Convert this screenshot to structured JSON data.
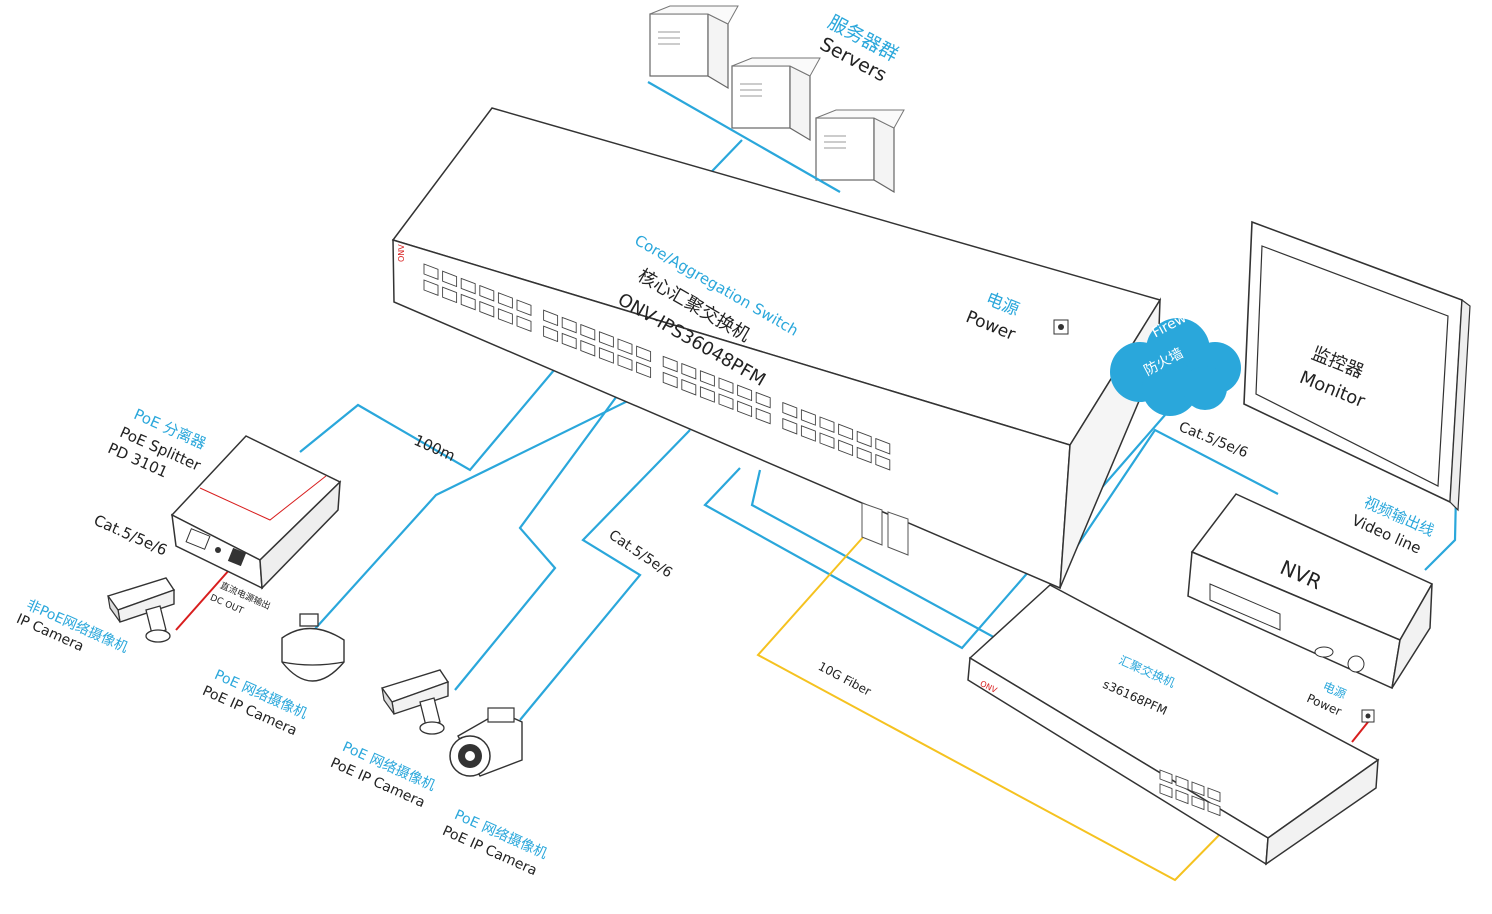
{
  "colors": {
    "cable": "#2aa7db",
    "fiber": "#f5c220",
    "power": "#d81e1e",
    "outline": "#333333",
    "accent": "#2aa7db"
  },
  "servers": {
    "zh": "服务器群",
    "en": "Servers"
  },
  "core_switch": {
    "en": "Core/Aggregation Switch",
    "zh": "核心汇聚交换机",
    "model": "ONV-IPS36048PFM"
  },
  "power_top": {
    "zh": "电源",
    "en": "Power"
  },
  "firewall": {
    "en": "Firewall",
    "zh": "防火墙"
  },
  "monitor": {
    "zh": "监控器",
    "en": "Monitor"
  },
  "cable_right": "Cat.5/5e/6",
  "video_line": {
    "zh": "视频输出线",
    "en": "Video line"
  },
  "nvr": "NVR",
  "agg_switch": {
    "zh": "汇聚交换机",
    "model": "s36168PFM"
  },
  "power_bottom": {
    "zh": "电源",
    "en": "Power"
  },
  "fiber": "10G Fiber",
  "distance": "100m",
  "cable_mid": "Cat.5/5e/6",
  "splitter": {
    "zh": "PoE 分离器",
    "en": "PoE Splitter",
    "model": "PD 3101"
  },
  "splitter_cable": "Cat.5/5e/6",
  "dc_out": {
    "zh": "直流电源输出",
    "en": "DC OUT"
  },
  "non_poe_camera": {
    "zh": "非PoE网络摄像机",
    "en": "IP Camera"
  },
  "poe_camera_1": {
    "zh": "PoE 网络摄像机",
    "en": "PoE IP Camera"
  },
  "poe_camera_2": {
    "zh": "PoE 网络摄像机",
    "en": "PoE IP Camera"
  },
  "poe_camera_3": {
    "zh": "PoE 网络摄像机",
    "en": "PoE IP Camera"
  },
  "brand": "ONV"
}
